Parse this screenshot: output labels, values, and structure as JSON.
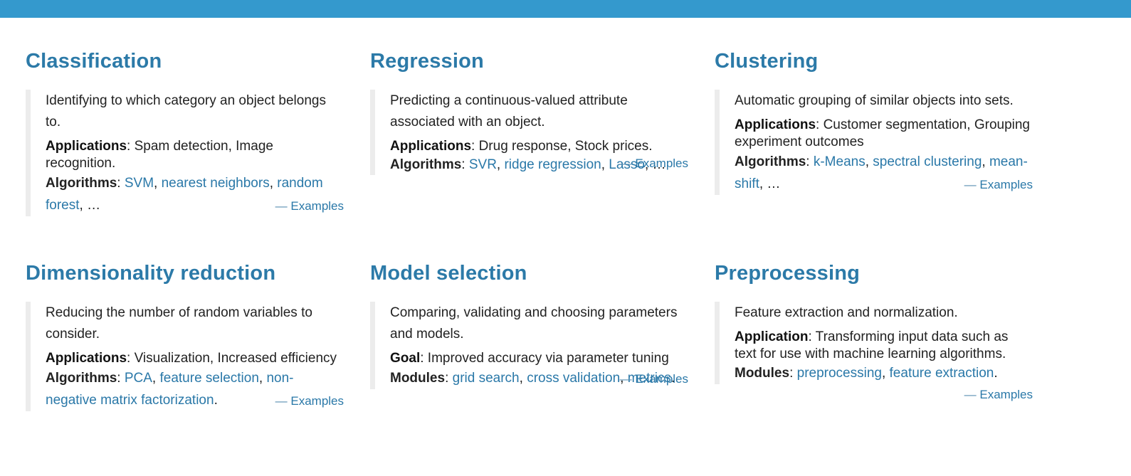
{
  "cards": [
    {
      "title": "Classification",
      "description": "Identifying to which category an object belongs to.",
      "meta_label": "Applications",
      "meta_value": ": Spam detection, Image recognition.",
      "list_label": "Algorithms",
      "links": [
        "SVM",
        "nearest neighbors",
        "random forest"
      ],
      "tail": ", …",
      "examples": "Examples"
    },
    {
      "title": "Regression",
      "description": "Predicting a continuous-valued attribute associated with an object.",
      "meta_label": "Applications",
      "meta_value": ": Drug response, Stock prices.",
      "list_label": "Algorithms",
      "links": [
        "SVR",
        "ridge regression",
        "Lasso"
      ],
      "tail": ", …",
      "examples": "Examples"
    },
    {
      "title": "Clustering",
      "description": "Automatic grouping of similar objects into sets.",
      "meta_label": "Applications",
      "meta_value": ": Customer segmentation, Grouping experiment outcomes",
      "list_label": "Algorithms",
      "links": [
        "k-Means",
        "spectral clustering",
        "mean-shift"
      ],
      "tail": ", …",
      "examples": "Examples"
    },
    {
      "title": "Dimensionality reduction",
      "description": "Reducing the number of random variables to consider.",
      "meta_label": "Applications",
      "meta_value": ": Visualization, Increased efficiency",
      "list_label": "Algorithms",
      "links": [
        "PCA",
        "feature selection",
        "non-negative matrix factorization"
      ],
      "tail": ".",
      "examples": "Examples"
    },
    {
      "title": "Model selection",
      "description": "Comparing, validating and choosing parameters and models.",
      "meta_label": "Goal",
      "meta_value": ": Improved accuracy via parameter tuning",
      "list_label": "Modules",
      "links": [
        "grid search",
        "cross validation",
        "metrics"
      ],
      "tail": ".",
      "examples": "Examples"
    },
    {
      "title": "Preprocessing",
      "description": "Feature extraction and normalization.",
      "meta_label": "Application",
      "meta_value": ": Transforming input data such as text for use with machine learning algorithms.",
      "list_label": "Modules",
      "links": [
        "preprocessing",
        "feature extraction"
      ],
      "tail": ".",
      "examples": "Examples"
    }
  ],
  "separators": {
    "comma": ", ",
    "colon": ": ",
    "dash": "— "
  },
  "colors": {
    "topbar": "#3499cd",
    "heading": "#2c7aa8",
    "link": "#2a78a8",
    "border": "#ececec"
  }
}
